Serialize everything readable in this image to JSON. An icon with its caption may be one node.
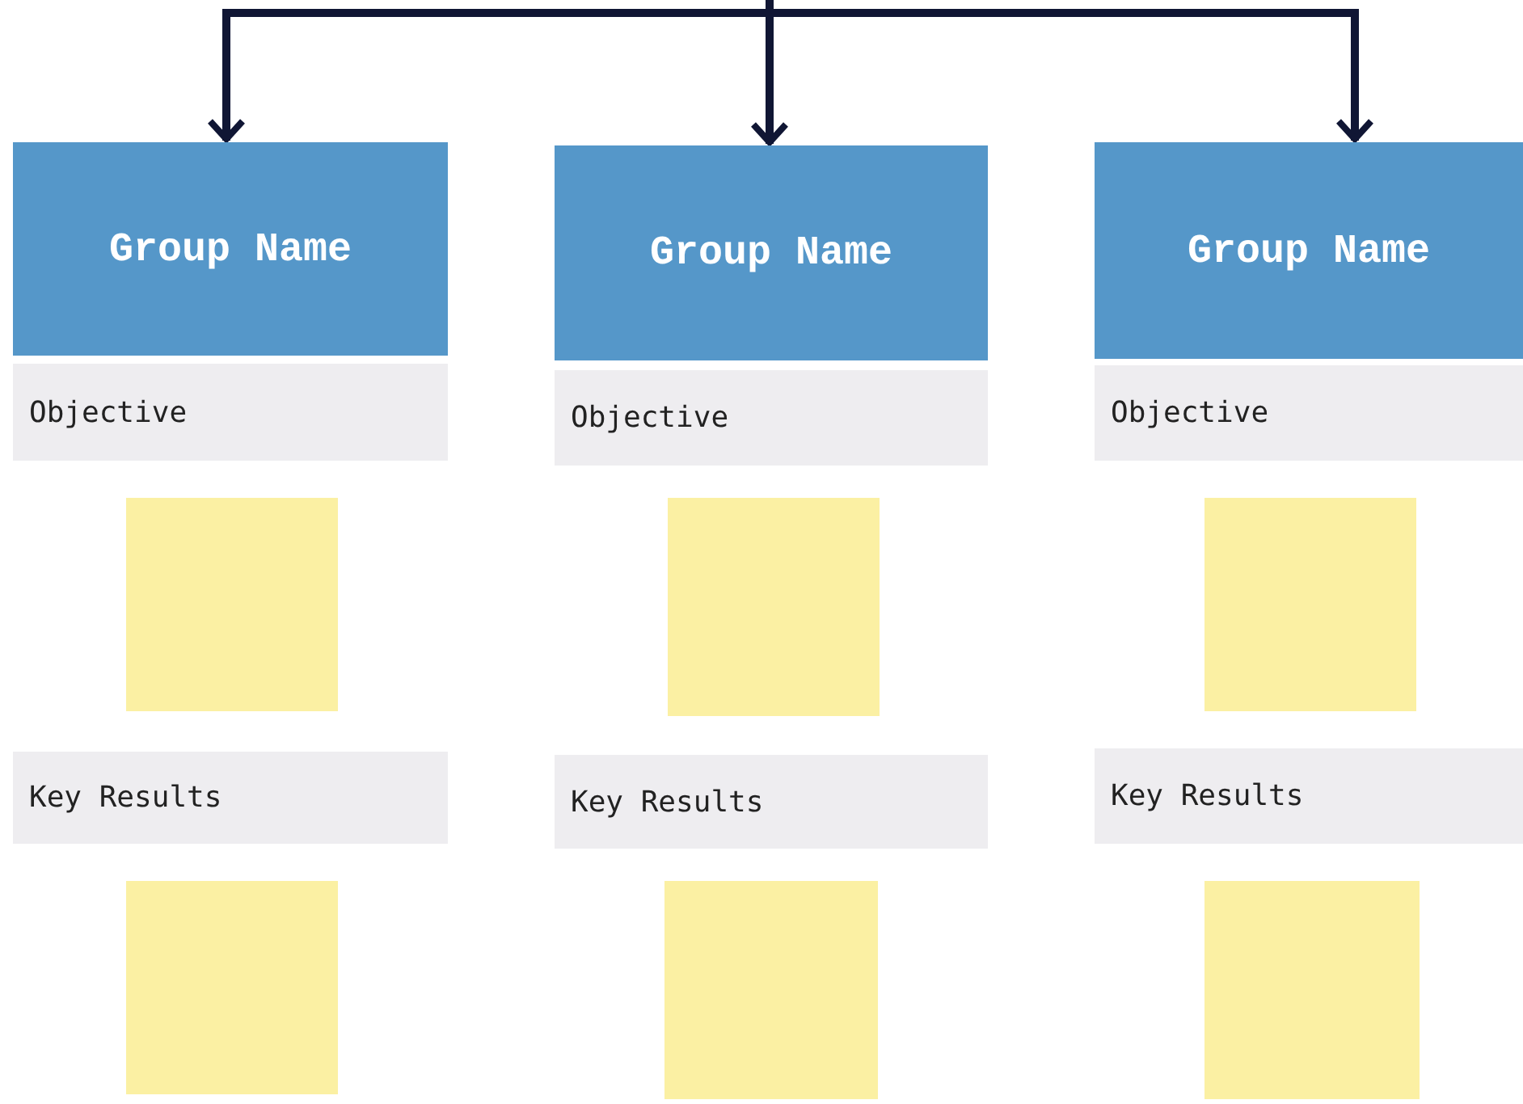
{
  "diagram": {
    "nodes": [
      {
        "text": [
          "Group Name"
        ]
      },
      {
        "text": [
          "Group Name"
        ]
      },
      {
        "text": [
          "Group Name"
        ]
      },
      {
        "text": [
          "Objective"
        ]
      },
      {
        "text": [
          "Objective"
        ]
      },
      {
        "text": [
          "Objective"
        ]
      },
      {
        "text": [],
        "shape": "box"
      },
      {
        "text": [],
        "shape": "box"
      },
      {
        "text": [],
        "shape": "box"
      },
      {
        "text": [
          "Key Results"
        ]
      },
      {
        "text": [
          "Key Results"
        ]
      },
      {
        "text": [
          "Key Results"
        ]
      },
      {
        "text": [],
        "shape": "box"
      },
      {
        "text": [],
        "shape": "box"
      },
      {
        "text": [],
        "shape": "box"
      }
    ],
    "edges": [
      {
        "from": null,
        "to": 0,
        "arrow": "to"
      },
      {
        "from": null,
        "to": 1,
        "arrow": "to"
      },
      {
        "from": null,
        "to": 2,
        "arrow": "to"
      }
    ]
  }
}
